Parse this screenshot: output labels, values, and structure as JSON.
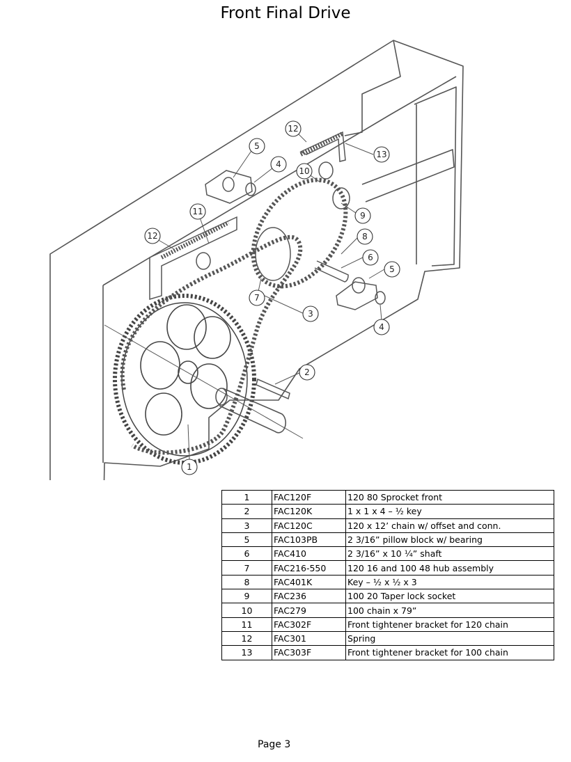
{
  "title": "Front Final Drive",
  "page_label": "Page 3",
  "callouts": [
    "1",
    "2",
    "3",
    "4",
    "5",
    "6",
    "7",
    "8",
    "9",
    "10",
    "11",
    "12",
    "13"
  ],
  "parts": [
    {
      "item": "1",
      "part_no": "FAC120F",
      "description": "120 80 Sprocket front"
    },
    {
      "item": "2",
      "part_no": "FAC120K",
      "description": "1 x 1 x 4 – ½ key"
    },
    {
      "item": "3",
      "part_no": "FAC120C",
      "description": "120 x 12’ chain w/ offset and conn."
    },
    {
      "item": "5",
      "part_no": "FAC103PB",
      "description": "2 3/16” pillow block w/ bearing"
    },
    {
      "item": "6",
      "part_no": "FAC410",
      "description": "2 3/16” x  10 ¼” shaft"
    },
    {
      "item": "7",
      "part_no": "FAC216-550",
      "description": "120 16 and 100 48 hub assembly"
    },
    {
      "item": "8",
      "part_no": "FAC401K",
      "description": "Key – ½ x ½ x 3"
    },
    {
      "item": "9",
      "part_no": "FAC236",
      "description": "100 20 Taper lock socket"
    },
    {
      "item": "10",
      "part_no": "FAC279",
      "description": "100 chain x 79”"
    },
    {
      "item": "11",
      "part_no": "FAC302F",
      "description": "Front tightener bracket for 120 chain"
    },
    {
      "item": "12",
      "part_no": "FAC301",
      "description": "Spring"
    },
    {
      "item": "13",
      "part_no": "FAC303F",
      "description": "Front tightener bracket for 100 chain"
    }
  ]
}
